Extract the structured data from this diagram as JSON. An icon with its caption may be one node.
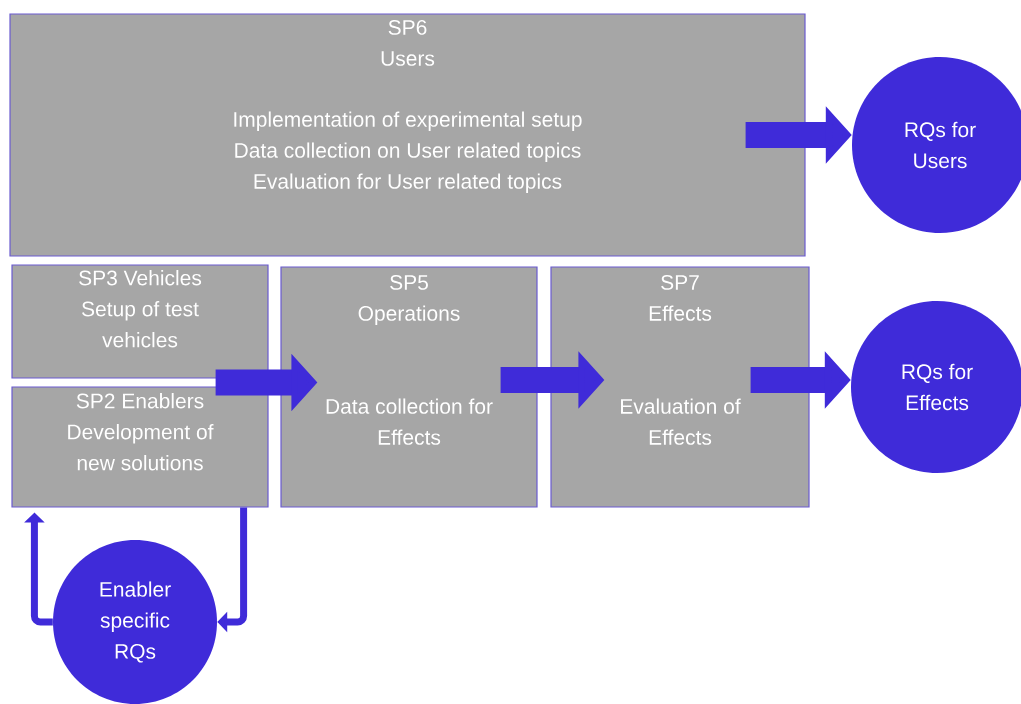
{
  "diagram": {
    "nodes": [
      {
        "text": [
          "SP6 Users",
          "Implementation of experimental setup",
          "Data collection on User related topics",
          "Evaluation for User related topics"
        ]
      },
      {
        "text": [
          "RQs for Users"
        ]
      },
      {
        "text": [
          "SP3 Vehicles",
          "Setup of test vehicles"
        ]
      },
      {
        "text": [
          "SP2 Enablers",
          "Development of new solutions"
        ]
      },
      {
        "text": [
          "SP5 Operations",
          "Data collection for Effects"
        ]
      },
      {
        "text": [
          "SP7 Effects",
          "Evaluation of Effects"
        ]
      },
      {
        "text": [
          "RQs for Effects"
        ]
      },
      {
        "text": [
          "Enabler specific RQs"
        ]
      }
    ],
    "edges": [
      {
        "from": 0,
        "to": 1,
        "arrow": "to"
      },
      {
        "from": 2,
        "to": 4,
        "arrow": "to"
      },
      {
        "from": 3,
        "to": 4,
        "arrow": "to"
      },
      {
        "from": 4,
        "to": 5,
        "arrow": "to"
      },
      {
        "from": 5,
        "to": 6,
        "arrow": "to"
      },
      {
        "from": 3,
        "to": 7,
        "arrow": "to"
      },
      {
        "from": 7,
        "to": 3,
        "arrow": "to"
      }
    ]
  }
}
